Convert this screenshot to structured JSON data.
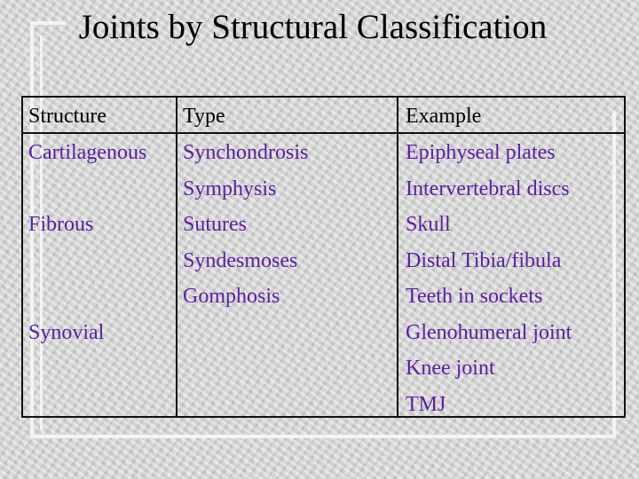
{
  "slide": {
    "title": "Joints by Structural Classification"
  },
  "table": {
    "headers": {
      "structure": "Structure",
      "type": "Type",
      "example": "Example"
    },
    "structures": [
      "Cartilagenous",
      "",
      "Fibrous",
      "",
      "",
      "Synovial",
      "",
      ""
    ],
    "types": [
      "Synchondrosis",
      "Symphysis",
      "Sutures",
      "Syndesmoses",
      "Gomphosis",
      "",
      "",
      ""
    ],
    "examples": [
      "Epiphyseal plates",
      "Intervertebral discs",
      "Skull",
      "Distal Tibia/fibula",
      "Teeth in sockets",
      "Glenohumeral joint",
      "Knee joint",
      "TMJ"
    ]
  },
  "colors": {
    "body_text": "#5a1fa0",
    "header_text": "#000000",
    "border": "#111111"
  }
}
